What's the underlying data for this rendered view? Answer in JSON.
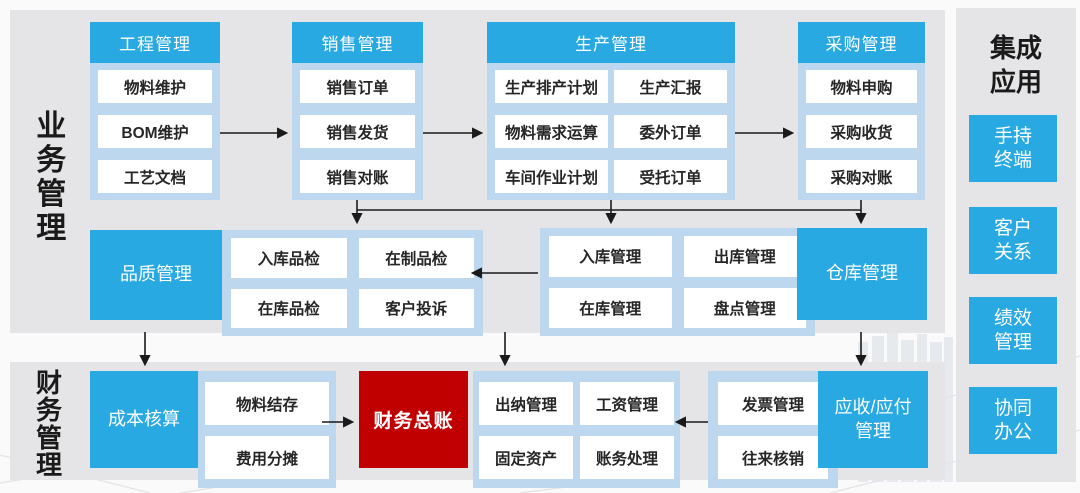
{
  "colors": {
    "blue": "#29A9E2",
    "light_blue": "#BDD7EE",
    "red": "#C00000",
    "panel_gray": "#E5E5E7",
    "box_text": "#262626",
    "arrow": "#1A1A1A",
    "label_text": "#1A1A1A"
  },
  "sections": {
    "business": {
      "label": "业务管理"
    },
    "finance": {
      "label": "财务管理"
    },
    "integration": {
      "label": "集成应用",
      "items": [
        "手持终端",
        "客户关系",
        "绩效管理",
        "协同办公"
      ]
    }
  },
  "top_groups": [
    {
      "header": "工程管理",
      "items": [
        "物料维护",
        "BOM维护",
        "工艺文档"
      ]
    },
    {
      "header": "销售管理",
      "items": [
        "销售订单",
        "销售发货",
        "销售对账"
      ]
    },
    {
      "header": "生产管理",
      "items": [
        "生产排产计划",
        "生产汇报",
        "物料需求运算",
        "委外订单",
        "车间作业计划",
        "受托订单"
      ]
    },
    {
      "header": "采购管理",
      "items": [
        "物料申购",
        "采购收货",
        "采购对账"
      ]
    }
  ],
  "middle_row": {
    "quality": {
      "label": "品质管理",
      "items": [
        "入库品检",
        "在制品检",
        "在库品检",
        "客户投诉"
      ]
    },
    "warehouse": {
      "label": "仓库管理",
      "items": [
        "入库管理",
        "出库管理",
        "在库管理",
        "盘点管理"
      ]
    }
  },
  "bottom_row": {
    "cost": {
      "label": "成本核算",
      "items": [
        "物料结存",
        "费用分摊"
      ]
    },
    "general_ledger": {
      "label": "财务总账"
    },
    "finance_ops": {
      "items": [
        "出纳管理",
        "工资管理",
        "固定资产",
        "账务处理"
      ]
    },
    "invoice": {
      "items": [
        "发票管理",
        "往来核销"
      ]
    },
    "receivable_payable": {
      "label": "应收/应付管理"
    }
  }
}
